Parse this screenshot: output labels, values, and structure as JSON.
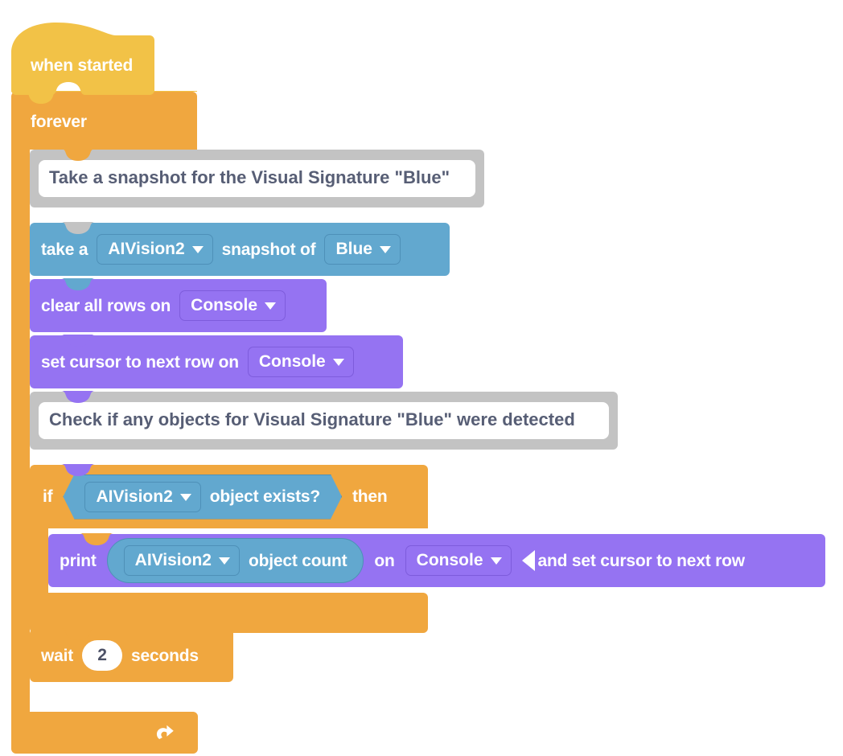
{
  "program": {
    "title": "when started",
    "colors": {
      "hat_yellow": "#F2C247",
      "control_orange": "#F0A73F",
      "sensing_blue": "#62A8CF",
      "console_purple": "#9573F2",
      "comment_gray": "#C3C3C3",
      "comment_text": "#575E75",
      "block_text": "#FFFFFF",
      "number_text": "#4C5166"
    },
    "blocks": {
      "hat": {
        "label": "when started",
        "icon": "hat-block"
      },
      "forever": {
        "label": "forever",
        "icon": "loop-arrow-icon"
      },
      "comment_1": {
        "text": "Take a snapshot for the Visual Signature \"Blue\""
      },
      "take_snapshot": {
        "pre_label": "take a",
        "device": "AIVision2",
        "mid_label": "snapshot of",
        "signature": "Blue"
      },
      "clear_rows": {
        "label": "clear all rows on",
        "target": "Console"
      },
      "set_cursor": {
        "label": "set cursor to next row on",
        "target": "Console"
      },
      "comment_2": {
        "text": "Check if any objects for Visual Signature \"Blue\" were detected"
      },
      "if_block": {
        "if_label": "if",
        "then_label": "then",
        "condition": {
          "device": "AIVision2",
          "label": "object exists?"
        }
      },
      "print_block": {
        "print_label": "print",
        "reporter": {
          "device": "AIVision2",
          "label": "object count"
        },
        "on_label": "on",
        "target": "Console",
        "suffix_label": "and set cursor to next row",
        "suffix_icon": "triangle-left-icon"
      },
      "wait_block": {
        "pre_label": "wait",
        "value": "2",
        "post_label": "seconds"
      }
    }
  }
}
